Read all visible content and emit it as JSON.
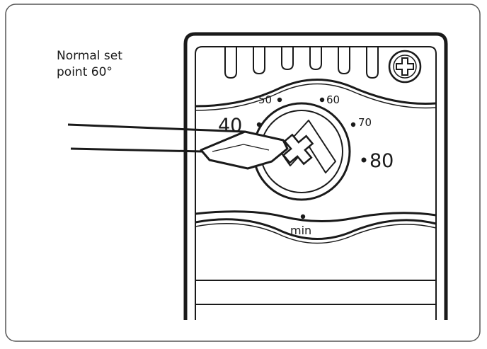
{
  "caption": {
    "line1": "Normal set",
    "line2": "point 60°"
  },
  "dial": {
    "labels": {
      "t40": "40",
      "t50": "50",
      "t60": "60",
      "t70": "70",
      "t80": "80",
      "min": "min"
    }
  },
  "colors": {
    "line": "#1a1a1a",
    "frame": "#555555",
    "background": "#ffffff"
  },
  "icons": [
    "phillips-screw-icon",
    "flathead-screwdriver-icon",
    "dial-knob-icon"
  ]
}
